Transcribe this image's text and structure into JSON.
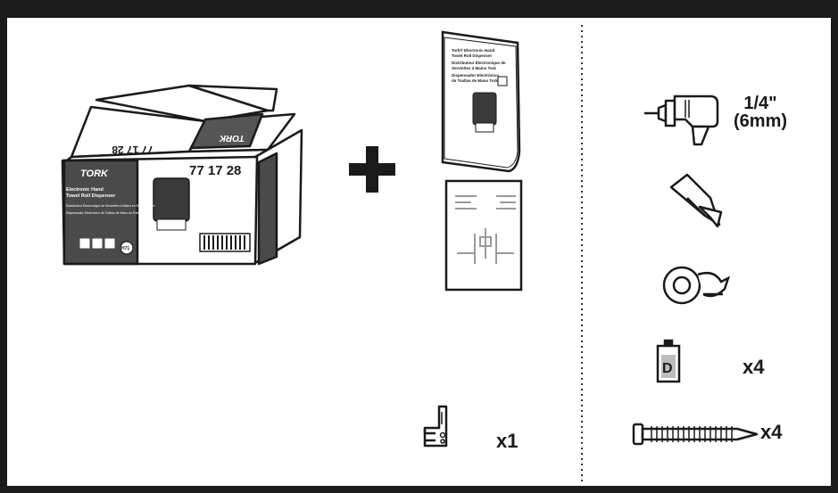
{
  "box": {
    "brand": "TORK",
    "product_code": "77 17 28",
    "product_name_line1": "Electronic Hand",
    "product_name_line2": "Towel Roll Dispenser",
    "french_name": "Distributeur Électronique de Serviettes à Mains en Rouleau Tork",
    "spanish_name": "Dispensador Electrónico de Toallas de Mano en Rollo Tork",
    "model_badge": "H71"
  },
  "manual": {
    "title_line1": "Tork® Electronic Hand",
    "title_line2": "Towel Roll Dispenser",
    "fr_line1": "Distributeur Électronique de",
    "fr_line2": "Serviettes à Mains Tork",
    "es_line1": "Dispensador Electrónico",
    "es_line2": "de Toallas de Mano Tork"
  },
  "tools": {
    "drill_size_inch": "1/4\"",
    "drill_size_mm": "(6mm)",
    "battery_letter": "D",
    "battery_qty": "x4",
    "screw_qty": "x4",
    "bracket_qty": "x1"
  },
  "colors": {
    "frame": "#1a1a1a",
    "box_panel": "#4a4a4a",
    "box_dark": "#555555",
    "battery_fill": "#bdbdbd"
  }
}
